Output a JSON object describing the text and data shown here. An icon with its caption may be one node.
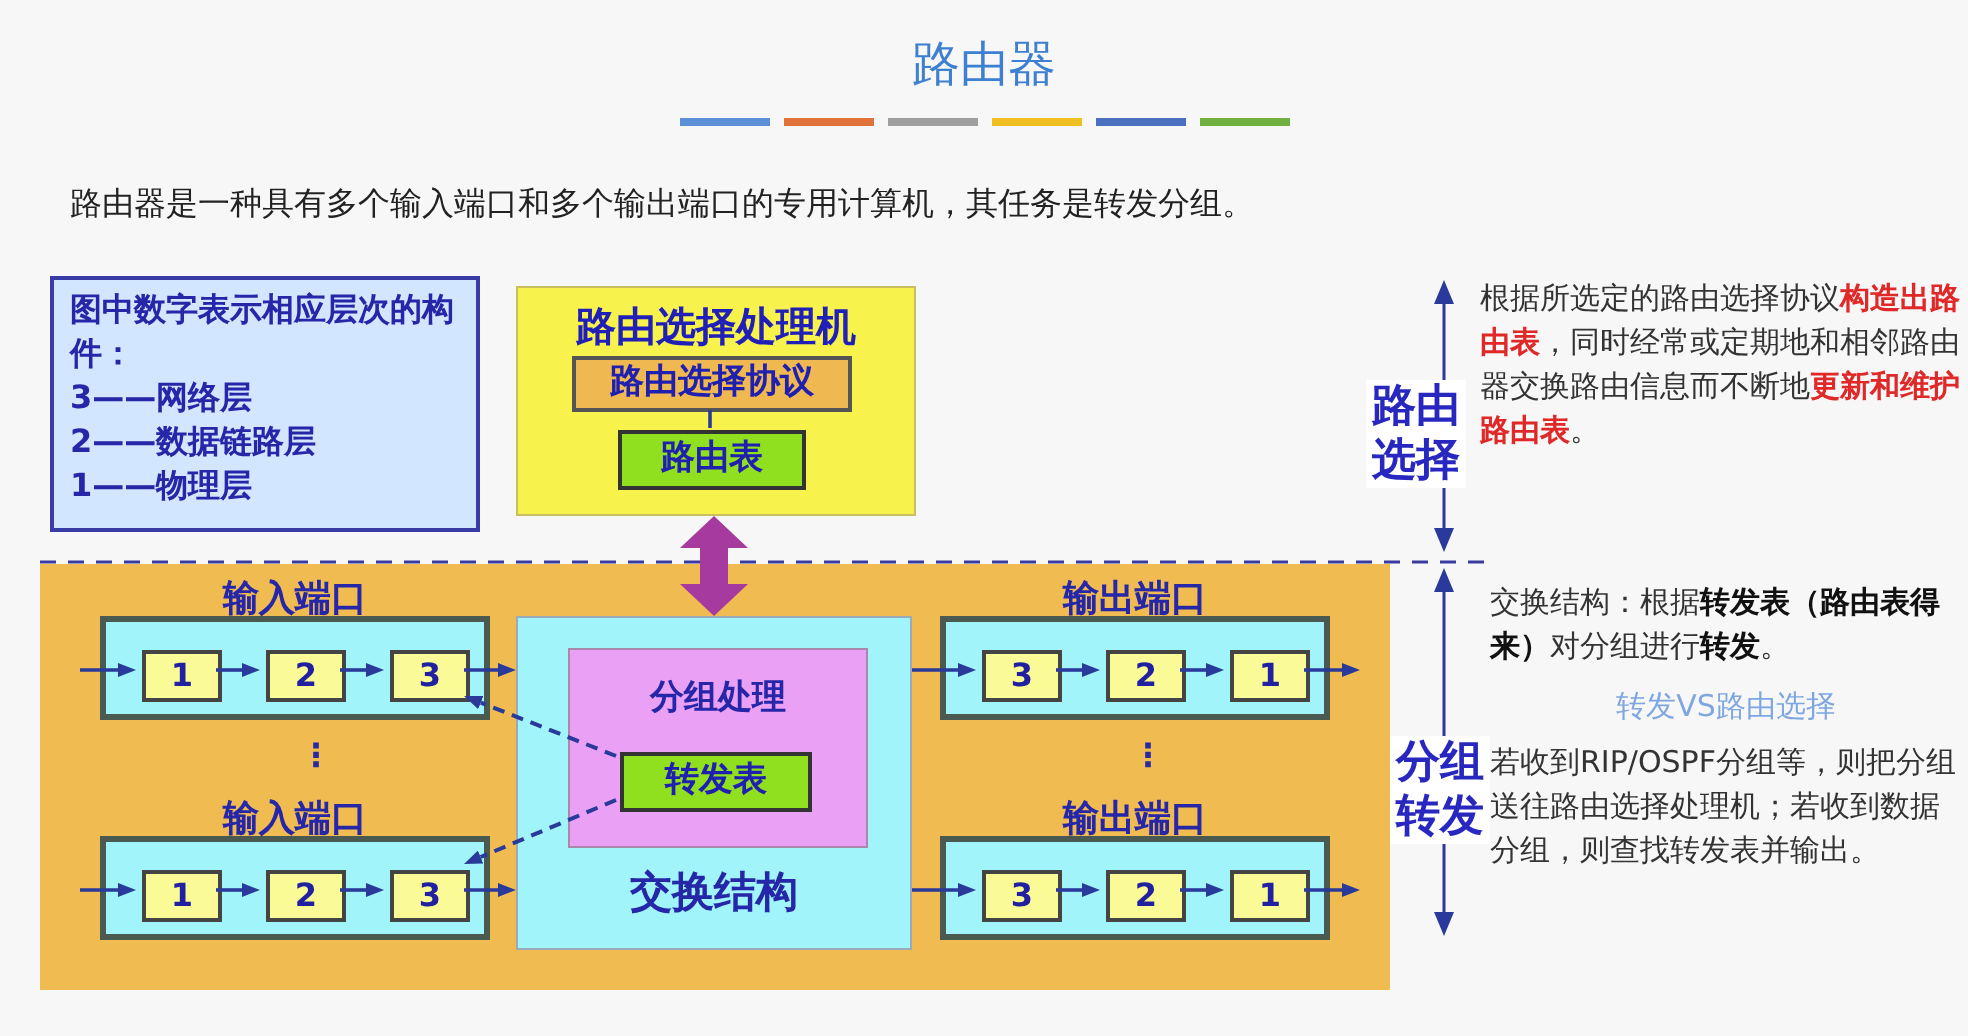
{
  "diagram": {
    "title": "路由器",
    "nodes": [
      {
        "text": [
          "图中数字表示相应层次的构件：",
          "3——网络层",
          "2——数据链路层",
          "1——物理层"
        ]
      },
      {
        "text": [
          "路由选择处理机"
        ]
      },
      {
        "text": [
          "路由选择协议"
        ],
        "in": 1
      },
      {
        "text": [
          "路由表"
        ],
        "in": 1
      },
      {
        "text": [],
        "shape": "box"
      },
      {
        "text": [
          "输入端口"
        ],
        "in": 4
      },
      {
        "text": [
          "1"
        ],
        "in": 5
      },
      {
        "text": [
          "2"
        ],
        "in": 5
      },
      {
        "text": [
          "3"
        ],
        "in": 5
      },
      {
        "text": [
          "输入端口"
        ],
        "in": 4
      },
      {
        "text": [
          "1"
        ],
        "in": 9
      },
      {
        "text": [
          "2"
        ],
        "in": 9
      },
      {
        "text": [
          "3"
        ],
        "in": 9
      },
      {
        "text": [
          "交换结构"
        ],
        "in": 4
      },
      {
        "text": [
          "分组处理"
        ],
        "in": 13
      },
      {
        "text": [
          "转发表"
        ],
        "in": 14
      },
      {
        "text": [
          "输出端口"
        ],
        "in": 4
      },
      {
        "text": [
          "3"
        ],
        "in": 16
      },
      {
        "text": [
          "2"
        ],
        "in": 16
      },
      {
        "text": [
          "1"
        ],
        "in": 16
      },
      {
        "text": [
          "输出端口"
        ],
        "in": 4
      },
      {
        "text": [
          "3"
        ],
        "in": 20
      },
      {
        "text": [
          "2"
        ],
        "in": 20
      },
      {
        "text": [
          "1"
        ],
        "in": 20
      }
    ],
    "edges": [
      {
        "from": 2,
        "to": 3,
        "arrow": "none"
      },
      {
        "from": 1,
        "to": 13,
        "arrow": "both",
        "style": "thick",
        "color": "#a63a9e"
      },
      {
        "from": null,
        "to": 6,
        "arrow": "to"
      },
      {
        "from": 6,
        "to": 7,
        "arrow": "to"
      },
      {
        "from": 7,
        "to": 8,
        "arrow": "to"
      },
      {
        "from": 8,
        "to": 13,
        "arrow": "to"
      },
      {
        "from": 15,
        "to": 8,
        "arrow": "to",
        "style": "dashed"
      },
      {
        "from": null,
        "to": 10,
        "arrow": "to"
      },
      {
        "from": 10,
        "to": 11,
        "arrow": "to"
      },
      {
        "from": 11,
        "to": 12,
        "arrow": "to"
      },
      {
        "from": 12,
        "to": 13,
        "arrow": "to"
      },
      {
        "from": 15,
        "to": 12,
        "arrow": "to",
        "style": "dashed"
      },
      {
        "from": 13,
        "to": 17,
        "arrow": "to"
      },
      {
        "from": 17,
        "to": 18,
        "arrow": "to"
      },
      {
        "from": 18,
        "to": 19,
        "arrow": "to"
      },
      {
        "from": 19,
        "to": null,
        "arrow": "to"
      },
      {
        "from": 13,
        "to": 21,
        "arrow": "to"
      },
      {
        "from": 21,
        "to": 22,
        "arrow": "to"
      },
      {
        "from": 22,
        "to": 23,
        "arrow": "to"
      },
      {
        "from": 23,
        "to": null,
        "arrow": "to"
      }
    ],
    "labels": [
      "路由器是一种具有多个输入端口和多个输出端口的专用计算机，其任务是转发分组。",
      "⋮",
      "⋮",
      "路由选择",
      "根据所选定的路由选择协议**构造出路由表**，同时经常或定期地和相邻路由器交换路由信息而不断地**更新和维护路由表**。",
      "分组转发",
      "交换结构：根据**转发表（路由表得来）**对分组进行**转发**。",
      "转发VS路由选择",
      "若收到RIP/OSPF分组等，则把分组送往路由选择处理机；若收到数据分组，则查找转发表并输出。"
    ]
  }
}
